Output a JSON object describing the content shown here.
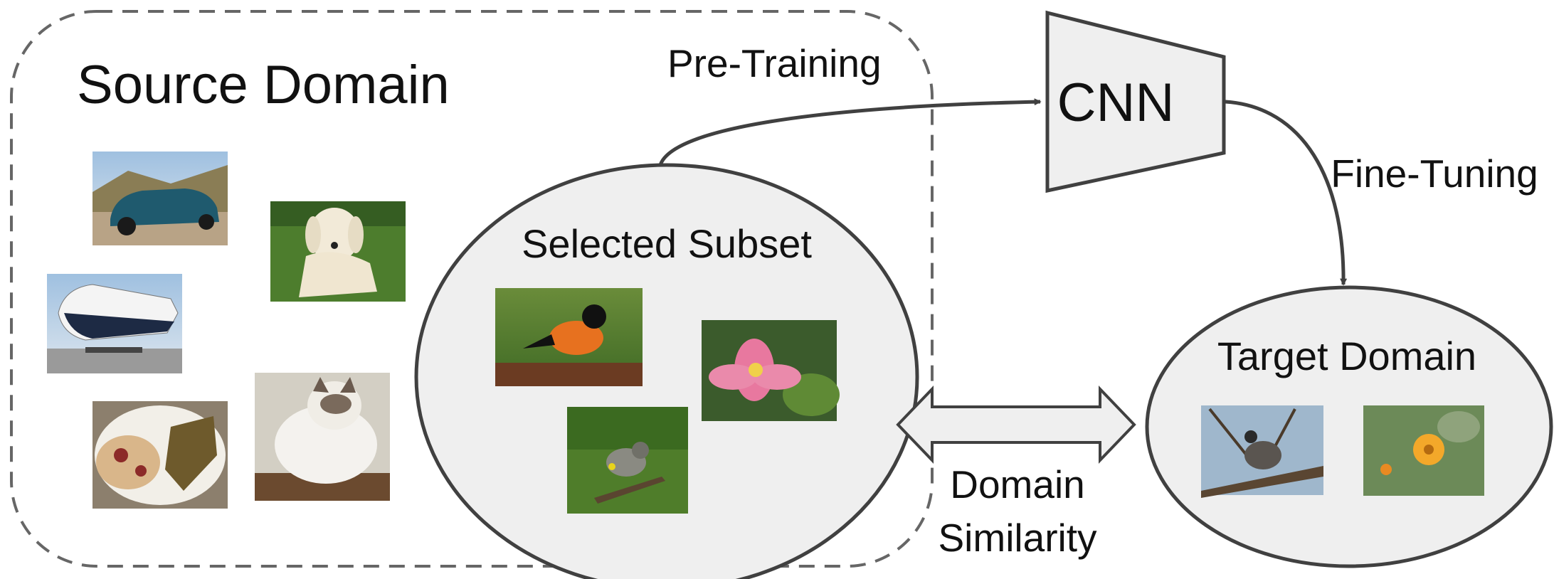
{
  "labels": {
    "source_domain": "Source Domain",
    "pre_training": "Pre-Training",
    "cnn": "CNN",
    "fine_tuning": "Fine-Tuning",
    "selected_subset": "Selected Subset",
    "target_domain": "Target Domain",
    "domain_similarity_line1": "Domain",
    "domain_similarity_line2": "Similarity"
  },
  "source_images": [
    {
      "name": "car-photo",
      "subject": "car"
    },
    {
      "name": "dog-photo",
      "subject": "dog"
    },
    {
      "name": "airplane-photo",
      "subject": "airplane"
    },
    {
      "name": "food-photo",
      "subject": "food"
    },
    {
      "name": "cat-photo",
      "subject": "cat"
    }
  ],
  "subset_images": [
    {
      "name": "oriole-bird-photo",
      "subject": "bird"
    },
    {
      "name": "lotus-flower-photo",
      "subject": "flower"
    },
    {
      "name": "warbler-bird-photo",
      "subject": "bird"
    }
  ],
  "target_images": [
    {
      "name": "quail-bird-photo",
      "subject": "bird"
    },
    {
      "name": "yellow-flower-photo",
      "subject": "flower"
    }
  ],
  "colors": {
    "ellipse_fill": "#efefef",
    "stroke": "#404040",
    "arrow_fill": "#efefef"
  }
}
